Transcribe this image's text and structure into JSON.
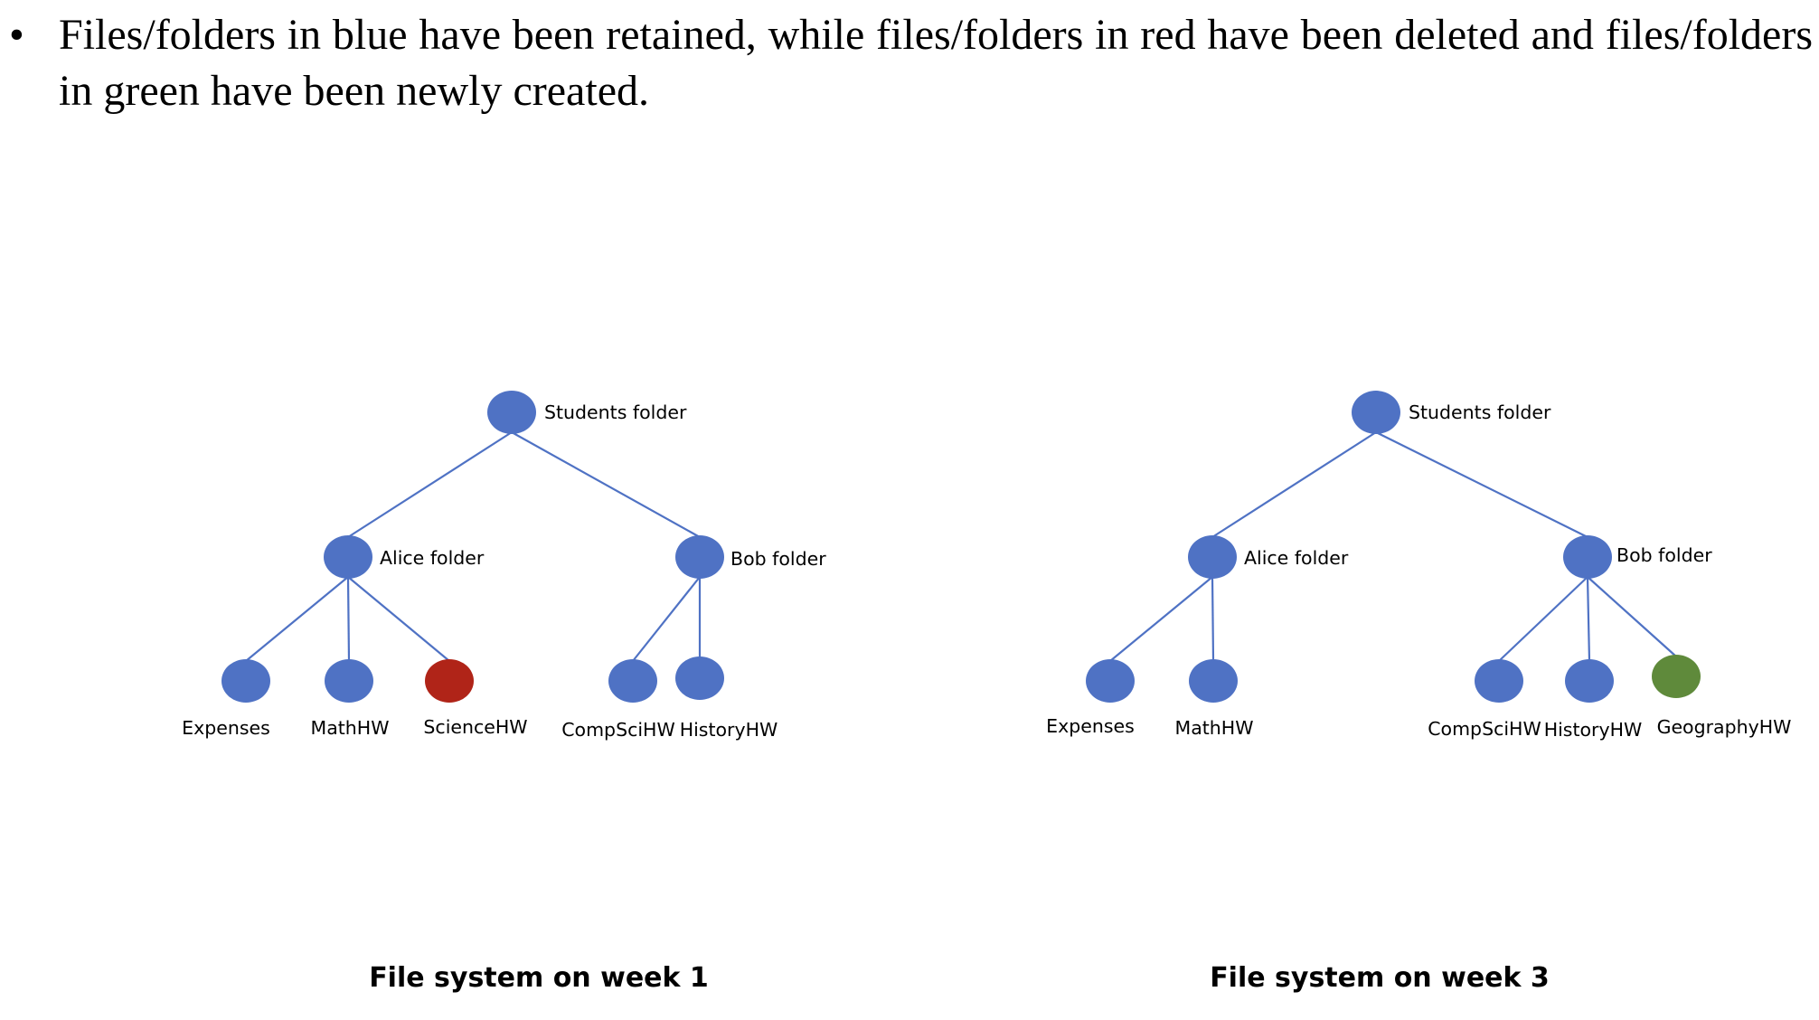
{
  "note": {
    "bullet": "•",
    "text": "Files/folders in blue have been retained, while files/folders in red have been deleted and files/folders in green have been newly created."
  },
  "colors": {
    "retained": "#4f72c4",
    "deleted": "#b02418",
    "created": "#5f8a3b",
    "edge": "#4f72c4"
  },
  "diagrams": [
    {
      "caption": "File system on week 1",
      "root": {
        "label": "Students folder",
        "status": "retained",
        "children": [
          {
            "label": "Alice folder",
            "status": "retained",
            "children": [
              {
                "label": "Expenses",
                "status": "retained"
              },
              {
                "label": "MathHW",
                "status": "retained"
              },
              {
                "label": "ScienceHW",
                "status": "deleted"
              }
            ]
          },
          {
            "label": "Bob folder",
            "status": "retained",
            "children": [
              {
                "label": "CompSciHW",
                "status": "retained"
              },
              {
                "label": "HistoryHW",
                "status": "retained"
              }
            ]
          }
        ]
      }
    },
    {
      "caption": "File system on week 3",
      "root": {
        "label": "Students folder",
        "status": "retained",
        "children": [
          {
            "label": "Alice folder",
            "status": "retained",
            "children": [
              {
                "label": "Expenses",
                "status": "retained"
              },
              {
                "label": "MathHW",
                "status": "retained"
              }
            ]
          },
          {
            "label": "Bob folder",
            "status": "retained",
            "children": [
              {
                "label": "CompSciHW",
                "status": "retained"
              },
              {
                "label": "HistoryHW",
                "status": "retained"
              },
              {
                "label": "GeographyHW",
                "status": "created"
              }
            ]
          }
        ]
      }
    }
  ]
}
